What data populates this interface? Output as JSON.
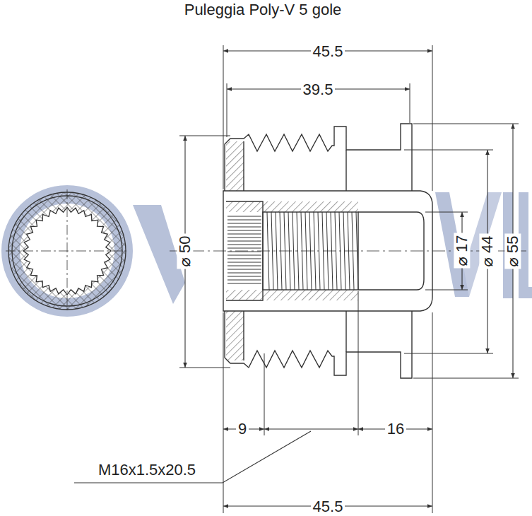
{
  "diagram": {
    "title": "Puleggia Poly-V 5 gole",
    "labels": [
      "45.5",
      "39.5",
      "⌀ 50",
      "⌀ 17",
      "⌀ 44",
      "⌀ 55",
      "9",
      "16",
      "M16x1.5x20.5",
      "45.5"
    ]
  }
}
